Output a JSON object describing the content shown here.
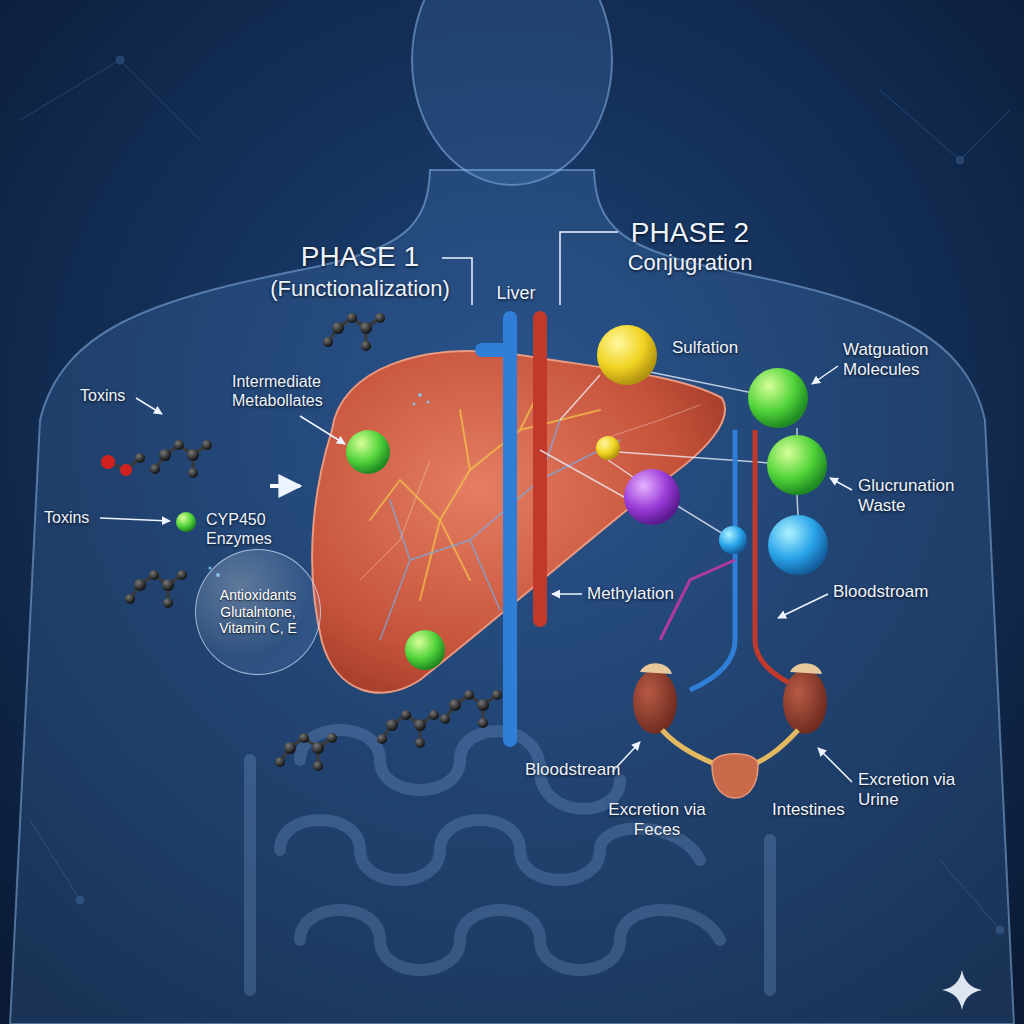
{
  "diagram": {
    "nodes": [
      {
        "text": [
          "Antioxidants Glutalntone, Vitamin C, E"
        ]
      }
    ],
    "labels": [
      "PHASE 1",
      "(Functionalization)",
      "PHASE 2",
      "Conjugration",
      "Liver",
      "Intermediate Metabollates",
      "Sulfation",
      "Watguation Molecules",
      "Toxins",
      "Toxins",
      "CYP450 Enzymes",
      "Glucrunation Waste",
      "Methylation",
      "Bloodstroam",
      "Bloodstream",
      "Excretion via Urine",
      "Excretion via Feces",
      "Intestines"
    ]
  }
}
